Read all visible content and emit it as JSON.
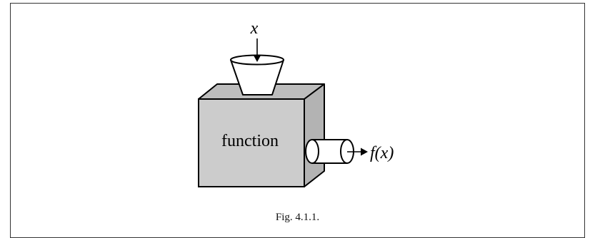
{
  "diagram": {
    "input_label": "x",
    "box_label": "function",
    "output_label": "f(x)",
    "colors": {
      "box_front": "#cccccc",
      "box_side": "#b3b3b3",
      "box_top": "#bdbdbd",
      "stroke": "#000000"
    },
    "icons": {
      "input": "funnel-icon",
      "output": "pipe-icon"
    }
  },
  "caption": "Fig. 4.1.1."
}
